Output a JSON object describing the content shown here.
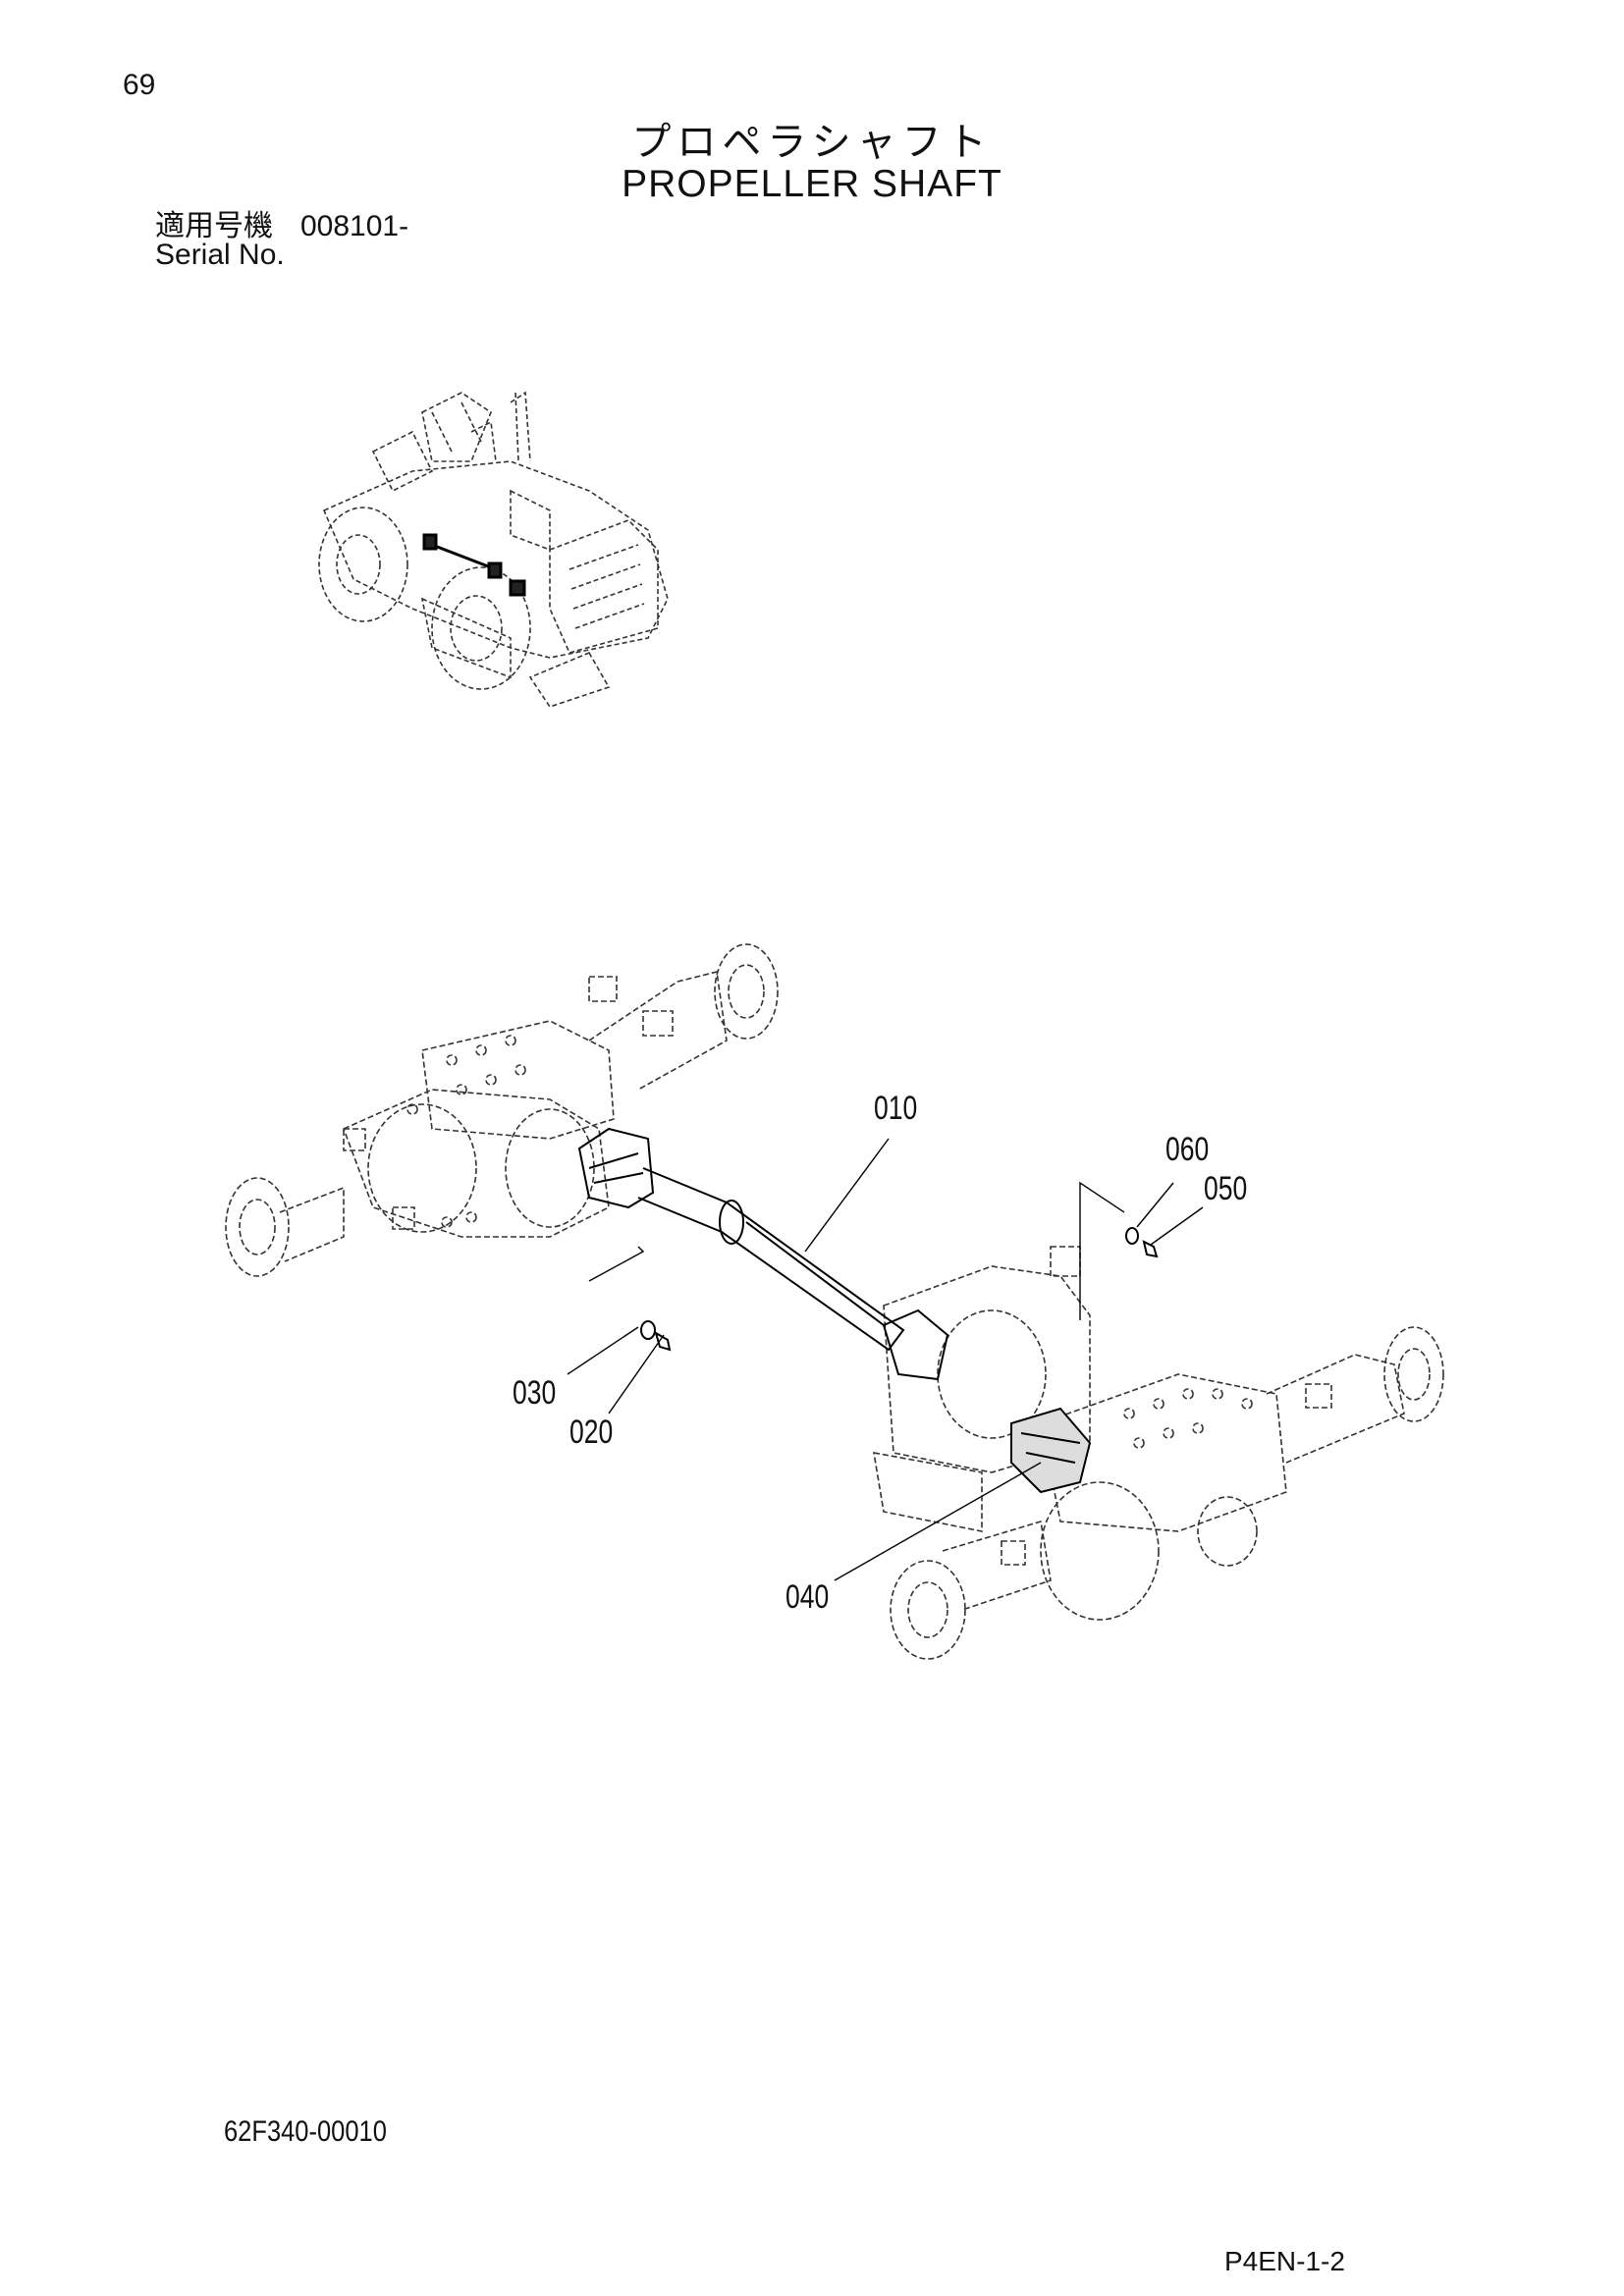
{
  "page": {
    "number": "69",
    "title_jp": "プロペラシャフト",
    "title_en": "PROPELLER SHAFT",
    "serial_label_jp": "適用号機",
    "serial_value": "008101-",
    "serial_label_en": "Serial No.",
    "drawing_number": "62F340-00010",
    "page_code": "P4EN-1-2"
  },
  "callouts": [
    {
      "id": "010",
      "label": "010"
    },
    {
      "id": "020",
      "label": "020"
    },
    {
      "id": "030",
      "label": "030"
    },
    {
      "id": "040",
      "label": "040"
    },
    {
      "id": "050",
      "label": "050"
    },
    {
      "id": "060",
      "label": "060"
    }
  ]
}
